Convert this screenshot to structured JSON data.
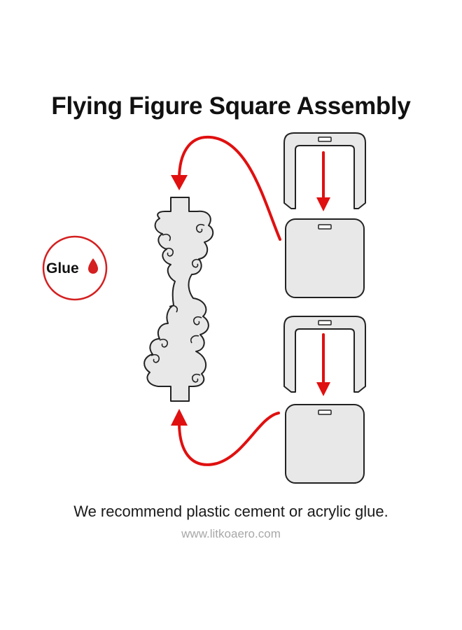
{
  "title": "Flying Figure Square Assembly",
  "glue_badge": {
    "label": "Glue",
    "icon": "glue-drop-icon",
    "color": "#d42020"
  },
  "caption": "We recommend plastic cement or acrylic glue.",
  "website": "www.litkoaero.com",
  "colors": {
    "arrow": "#e01010",
    "part_fill": "#e8e8e8",
    "outline": "#222222",
    "badge_ring": "#d42020",
    "website_text": "#a8a8a8"
  }
}
